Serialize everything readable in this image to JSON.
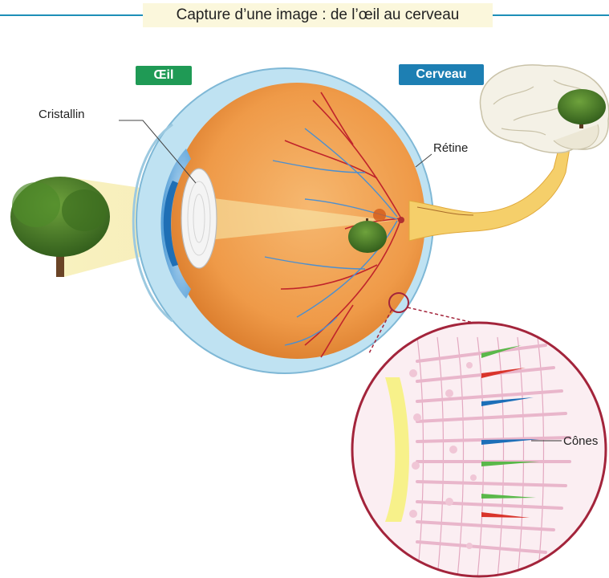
{
  "title": "Capture d’une image : de l’œil au cerveau",
  "tags": {
    "eye": "Œil",
    "brain": "Cerveau"
  },
  "labels": {
    "lens": "Cristallin",
    "retina": "Rétine",
    "cones": "Cônes"
  },
  "colors": {
    "accent_line": "#1e8fb8",
    "eye_tag": "#1f9a55",
    "brain_tag": "#1d7fb3",
    "eyeball_interior": "#f0a050",
    "sclera": "#bfe2f2",
    "inset_border": "#a3243b"
  }
}
